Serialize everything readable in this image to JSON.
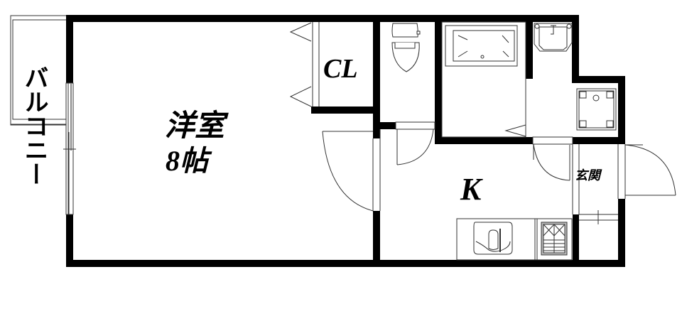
{
  "floor_plan": {
    "title": "Apartment floor plan (1K)",
    "rooms": {
      "balcony": {
        "label": "バルコニー"
      },
      "western_room": {
        "label": "洋室",
        "size": "8帖"
      },
      "closet": {
        "label": "CL"
      },
      "kitchen": {
        "label": "K"
      },
      "entrance": {
        "label": "玄関"
      },
      "toilet": {
        "label": ""
      },
      "bathroom": {
        "label": ""
      },
      "washroom": {
        "label": ""
      }
    },
    "fixtures": [
      "toilet",
      "bathtub",
      "wash-basin",
      "washing-machine-pan",
      "kitchen-sink",
      "gas-stove"
    ],
    "colors": {
      "wall": "#000000",
      "background": "#ffffff",
      "line": "#333333"
    }
  }
}
